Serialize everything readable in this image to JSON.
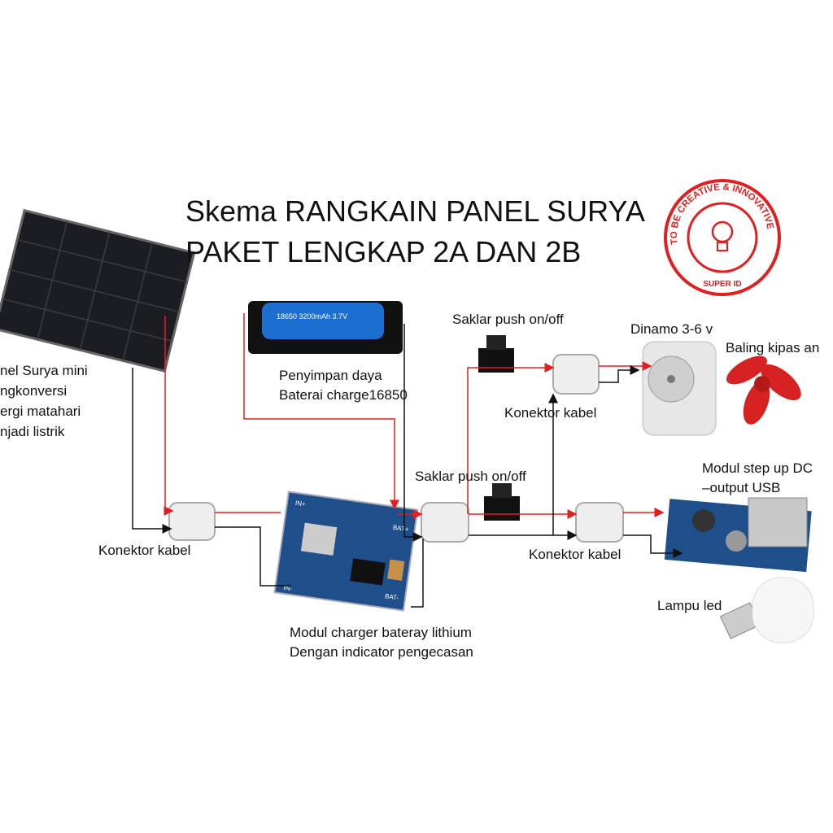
{
  "title": {
    "line1": "Skema RANGKAIN PANEL SURYA",
    "line2": "PAKET LENGKAP 2A DAN 2B"
  },
  "stamp": {
    "arc_text": "TO BE CREATIVE & INNOVATIVE",
    "bottom_text": "SUPER ID"
  },
  "labels": {
    "solar": [
      "nel Surya mini",
      "ngkonversi",
      "ergi matahari",
      "njadi listrik"
    ],
    "battery": [
      "Penyimpan daya",
      "Baterai charge16850"
    ],
    "switch_top": "Saklar push on/off",
    "switch_mid": "Saklar push on/off",
    "dinamo": "Dinamo 3-6 v",
    "baling": "Baling kipas an",
    "konektor_left": "Konektor kabel",
    "konektor_top": "Konektor kabel",
    "konektor_right": "Konektor kabel",
    "stepup": [
      "Modul step up DC",
      "–output  USB"
    ],
    "lampu": "Lampu led",
    "charger": [
      "Modul charger bateray lithium",
      "Dengan indicator pengecasan"
    ],
    "battery_print": "18650 3200mAh 3.7V",
    "charger_pins": {
      "in_plus": "IN+",
      "in_minus": "IN-",
      "bat_plus": "BAT+",
      "bat_minus": "BAT-"
    }
  },
  "colors": {
    "wire_pos": "#e02020",
    "wire_neg": "#111111",
    "stamp": "#e02020",
    "pcb": "#1f4f8a"
  }
}
